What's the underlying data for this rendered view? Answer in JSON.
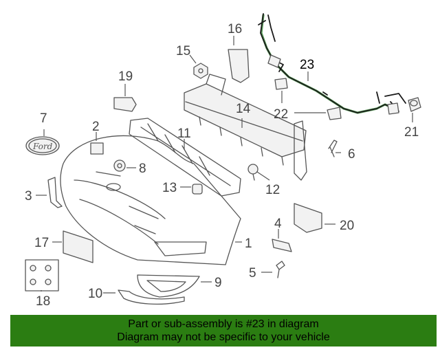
{
  "colors": {
    "banner_background": "#2b7d12",
    "highlight": "#3a8a3a",
    "line": "#555555"
  },
  "callouts": [
    {
      "id": "callout-1",
      "text": "1"
    },
    {
      "id": "callout-2",
      "text": "2"
    },
    {
      "id": "callout-3",
      "text": "3"
    },
    {
      "id": "callout-4",
      "text": "4"
    },
    {
      "id": "callout-5",
      "text": "5"
    },
    {
      "id": "callout-6",
      "text": "6"
    },
    {
      "id": "callout-7",
      "text": "7"
    },
    {
      "id": "callout-8",
      "text": "8"
    },
    {
      "id": "callout-9",
      "text": "9"
    },
    {
      "id": "callout-10",
      "text": "10"
    },
    {
      "id": "callout-11",
      "text": "11"
    },
    {
      "id": "callout-12",
      "text": "12"
    },
    {
      "id": "callout-13",
      "text": "13"
    },
    {
      "id": "callout-14",
      "text": "14"
    },
    {
      "id": "callout-15",
      "text": "15"
    },
    {
      "id": "callout-16",
      "text": "16"
    },
    {
      "id": "callout-17",
      "text": "17"
    },
    {
      "id": "callout-18",
      "text": "18"
    },
    {
      "id": "callout-19",
      "text": "19"
    },
    {
      "id": "callout-20",
      "text": "20"
    },
    {
      "id": "callout-21",
      "text": "21"
    },
    {
      "id": "callout-22",
      "text": "22"
    },
    {
      "id": "callout-23",
      "text": "23"
    }
  ],
  "highlighted_part": "23",
  "banner": {
    "line1": "Part or sub-assembly is #23 in diagram",
    "line2": "Diagram may not be specific to your vehicle"
  }
}
